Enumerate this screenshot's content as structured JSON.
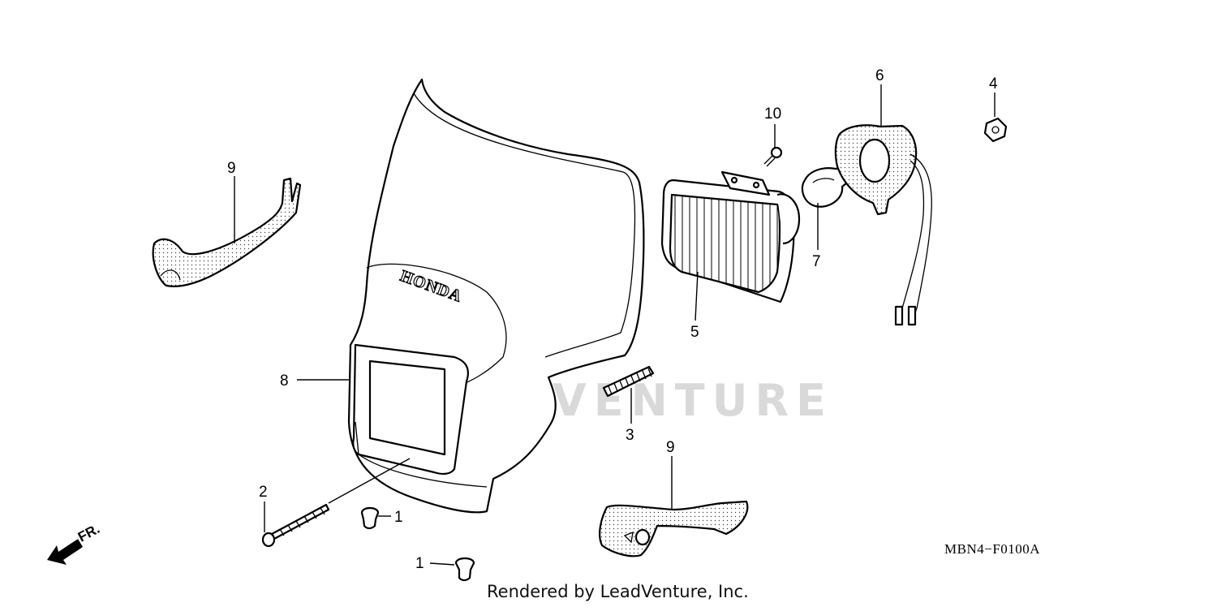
{
  "diagram": {
    "drawing_code": "MBN4−F0100A",
    "footer": "Rendered by LeadVenture, Inc.",
    "watermark": "LEADVENTURE",
    "brand_decal": "HONDA",
    "front_indicator": "FR.",
    "callouts": [
      {
        "id": "c9a",
        "label": "9"
      },
      {
        "id": "c8",
        "label": "8"
      },
      {
        "id": "c2",
        "label": "2"
      },
      {
        "id": "c1a",
        "label": "1"
      },
      {
        "id": "c1b",
        "label": "1"
      },
      {
        "id": "c3",
        "label": "3"
      },
      {
        "id": "c9b",
        "label": "9"
      },
      {
        "id": "c5",
        "label": "5"
      },
      {
        "id": "c10",
        "label": "10"
      },
      {
        "id": "c7",
        "label": "7"
      },
      {
        "id": "c6",
        "label": "6"
      },
      {
        "id": "c4",
        "label": "4"
      }
    ]
  }
}
